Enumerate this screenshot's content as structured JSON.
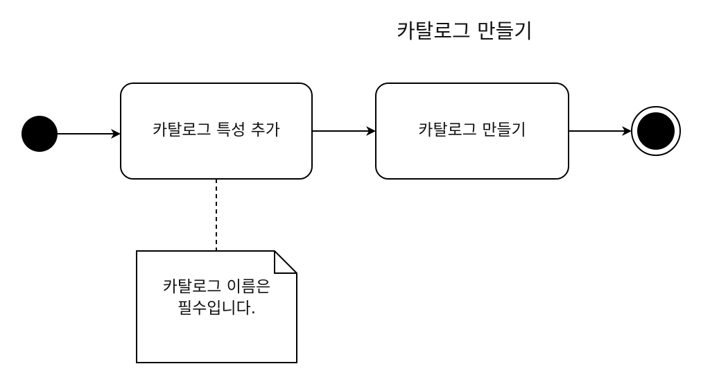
{
  "diagram": {
    "title": "카탈로그 만들기",
    "type": "uml-activity",
    "nodes": [
      {
        "id": "start",
        "kind": "initial-node"
      },
      {
        "id": "action-add-properties",
        "kind": "action",
        "label": "카탈로그 특성 추가"
      },
      {
        "id": "action-create-catalog",
        "kind": "action",
        "label": "카탈로그 만들기"
      },
      {
        "id": "end",
        "kind": "final-node"
      }
    ],
    "edges": [
      {
        "from": "start",
        "to": "action-add-properties",
        "style": "solid-arrow"
      },
      {
        "from": "action-add-properties",
        "to": "action-create-catalog",
        "style": "solid-arrow"
      },
      {
        "from": "action-create-catalog",
        "to": "end",
        "style": "solid-arrow"
      }
    ],
    "note": {
      "attached_to": "action-add-properties",
      "lines": [
        "카탈로그 이름은",
        "필수입니다."
      ]
    },
    "colors": {
      "stroke": "#000000",
      "fill": "#ffffff",
      "text": "#111111"
    }
  }
}
